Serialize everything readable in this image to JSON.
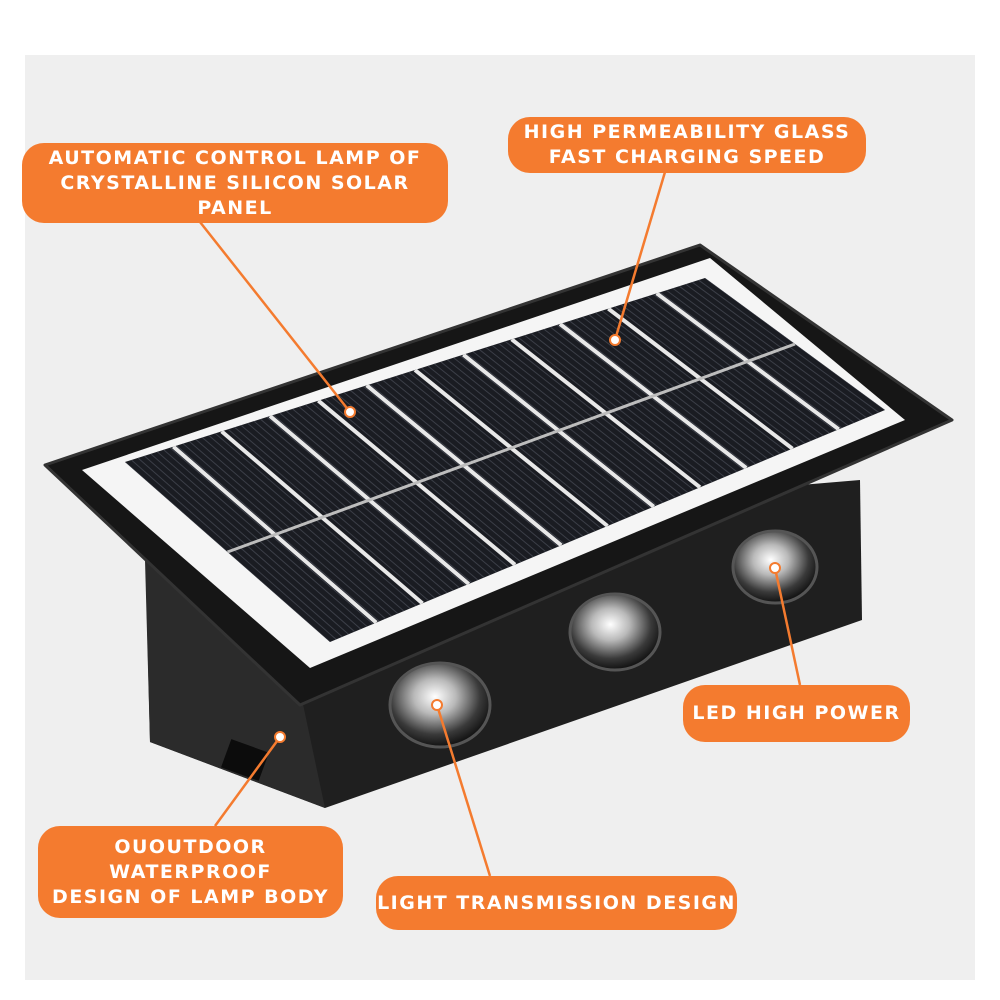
{
  "colors": {
    "accent": "#f47b2f",
    "background": "#efefef",
    "lamp_body": "#1e1e1e"
  },
  "callouts": {
    "solar_panel": [
      "AUTOMATIC CONTROL LAMP OF",
      "CRYSTALLINE SILICON SOLAR PANEL"
    ],
    "glass": [
      "HIGH PERMEABILITY GLASS",
      "FAST CHARGING SPEED"
    ],
    "led": [
      "LED HIGH POWER"
    ],
    "waterproof": [
      "OUOUTDOOR",
      "WATERPROOF",
      "DESIGN OF LAMP BODY"
    ],
    "light_transmission": [
      "LIGHT TRANSMISSION DESIGN"
    ]
  }
}
